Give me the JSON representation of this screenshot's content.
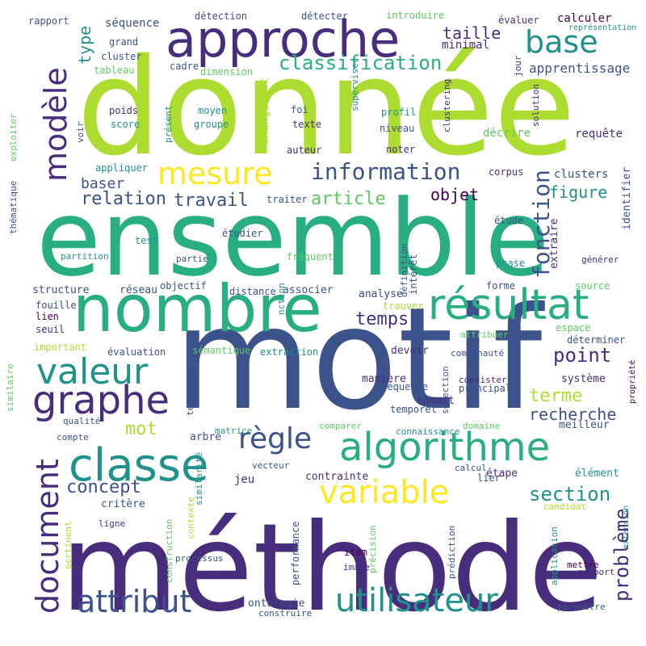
{
  "palette": [
    "#440154",
    "#472d7b",
    "#3b528b",
    "#2c728e",
    "#21918c",
    "#28ae80",
    "#5ec962",
    "#addc30",
    "#fde725"
  ],
  "words": [
    {
      "text": "donnée"
    },
    {
      "text": "ensemble"
    },
    {
      "text": "motif"
    },
    {
      "text": "méthode"
    },
    {
      "text": "nombre"
    },
    {
      "text": "approche"
    },
    {
      "text": "résultat"
    },
    {
      "text": "algorithme"
    },
    {
      "text": "classe"
    },
    {
      "text": "graphe"
    },
    {
      "text": "valeur"
    },
    {
      "text": "base"
    },
    {
      "text": "variable"
    },
    {
      "text": "utilisateur"
    },
    {
      "text": "attribut"
    },
    {
      "text": "modèle"
    },
    {
      "text": "mesure"
    },
    {
      "text": "document"
    },
    {
      "text": "règle"
    },
    {
      "text": "classification"
    },
    {
      "text": "information"
    },
    {
      "text": "temps"
    },
    {
      "text": "fonction"
    },
    {
      "text": "point"
    },
    {
      "text": "terme"
    },
    {
      "text": "section"
    },
    {
      "text": "recherche"
    },
    {
      "text": "problème"
    },
    {
      "text": "concept"
    },
    {
      "text": "relation"
    },
    {
      "text": "travail"
    },
    {
      "text": "article"
    },
    {
      "text": "mot"
    },
    {
      "text": "objet"
    },
    {
      "text": "figure"
    },
    {
      "text": "baser"
    },
    {
      "text": "taille"
    },
    {
      "text": "type"
    },
    {
      "text": "apprentissage"
    },
    {
      "text": "minimal"
    },
    {
      "text": "requête"
    },
    {
      "text": "clusters"
    },
    {
      "text": "décrire"
    },
    {
      "text": "calculer"
    },
    {
      "text": "séquence"
    },
    {
      "text": "structure"
    },
    {
      "text": "réseau"
    },
    {
      "text": "associer"
    },
    {
      "text": "analyse"
    },
    {
      "text": "devoir"
    },
    {
      "text": "manière"
    },
    {
      "text": "système"
    },
    {
      "text": "extraction"
    },
    {
      "text": "contrainte"
    },
    {
      "text": "étape"
    },
    {
      "text": "élément"
    },
    {
      "text": "ontologie"
    },
    {
      "text": "jeu"
    },
    {
      "text": "critère"
    },
    {
      "text": "sommet"
    },
    {
      "text": "meilleur"
    },
    {
      "text": "performance"
    },
    {
      "text": "changement"
    },
    {
      "text": "extraire"
    },
    {
      "text": "identifier"
    },
    {
      "text": "fréquence"
    },
    {
      "text": "principal"
    },
    {
      "text": "temporel"
    },
    {
      "text": "arbre"
    },
    {
      "text": "rapport"
    },
    {
      "text": "détection"
    },
    {
      "text": "détecter"
    },
    {
      "text": "introduire"
    },
    {
      "text": "évaluer"
    },
    {
      "text": "représentation"
    },
    {
      "text": "grand"
    },
    {
      "text": "cluster"
    },
    {
      "text": "tableau"
    },
    {
      "text": "cadre"
    },
    {
      "text": "dimension"
    },
    {
      "text": "poids"
    },
    {
      "text": "moyen"
    },
    {
      "text": "foi"
    },
    {
      "text": "profil"
    },
    {
      "text": "score"
    },
    {
      "text": "groupe"
    },
    {
      "text": "texte"
    },
    {
      "text": "niveau"
    },
    {
      "text": "voir"
    },
    {
      "text": "présent"
    },
    {
      "text": "auteur"
    },
    {
      "text": "noter"
    },
    {
      "text": "appliquer"
    },
    {
      "text": "corpus"
    },
    {
      "text": "exploiter"
    },
    {
      "text": "thématique"
    },
    {
      "text": "traiter"
    },
    {
      "text": "étude"
    },
    {
      "text": "test"
    },
    {
      "text": "étudier"
    },
    {
      "text": "partition"
    },
    {
      "text": "partie"
    },
    {
      "text": "fréquent"
    },
    {
      "text": "phase"
    },
    {
      "text": "générer"
    },
    {
      "text": "objectif"
    },
    {
      "text": "distance"
    },
    {
      "text": "intérêt"
    },
    {
      "text": "forme"
    },
    {
      "text": "source"
    },
    {
      "text": "fouille"
    },
    {
      "text": "lien"
    },
    {
      "text": "seuil"
    },
    {
      "text": "trouver"
    },
    {
      "text": "espace"
    },
    {
      "text": "déterminer"
    },
    {
      "text": "important"
    },
    {
      "text": "évaluation"
    },
    {
      "text": "sémantique"
    },
    {
      "text": "attribuer"
    },
    {
      "text": "communauté"
    },
    {
      "text": "similaire"
    },
    {
      "text": "qualité"
    },
    {
      "text": "technique"
    },
    {
      "text": "consister"
    },
    {
      "text": "domaine"
    },
    {
      "text": "matrice"
    },
    {
      "text": "comparer"
    },
    {
      "text": "connaissance"
    },
    {
      "text": "compte"
    },
    {
      "text": "vecteur"
    },
    {
      "text": "calcul"
    },
    {
      "text": "lier"
    },
    {
      "text": "similarité"
    },
    {
      "text": "ligne"
    },
    {
      "text": "contexte"
    },
    {
      "text": "candidat"
    },
    {
      "text": "pertinent"
    },
    {
      "text": "processus"
    },
    {
      "text": "construction"
    },
    {
      "text": "item"
    },
    {
      "text": "image"
    },
    {
      "text": "précision"
    },
    {
      "text": "application"
    },
    {
      "text": "mettre"
    },
    {
      "text": "support"
    },
    {
      "text": "paramètre"
    },
    {
      "text": "construire"
    },
    {
      "text": "extension"
    },
    {
      "text": "propriété"
    },
    {
      "text": "jour"
    },
    {
      "text": "solution"
    },
    {
      "text": "définition"
    },
    {
      "text": "nction"
    },
    {
      "text": "superviser"
    },
    {
      "text": "clustering"
    },
    {
      "text": "sélection"
    },
    {
      "text": "prédiction"
    }
  ]
}
